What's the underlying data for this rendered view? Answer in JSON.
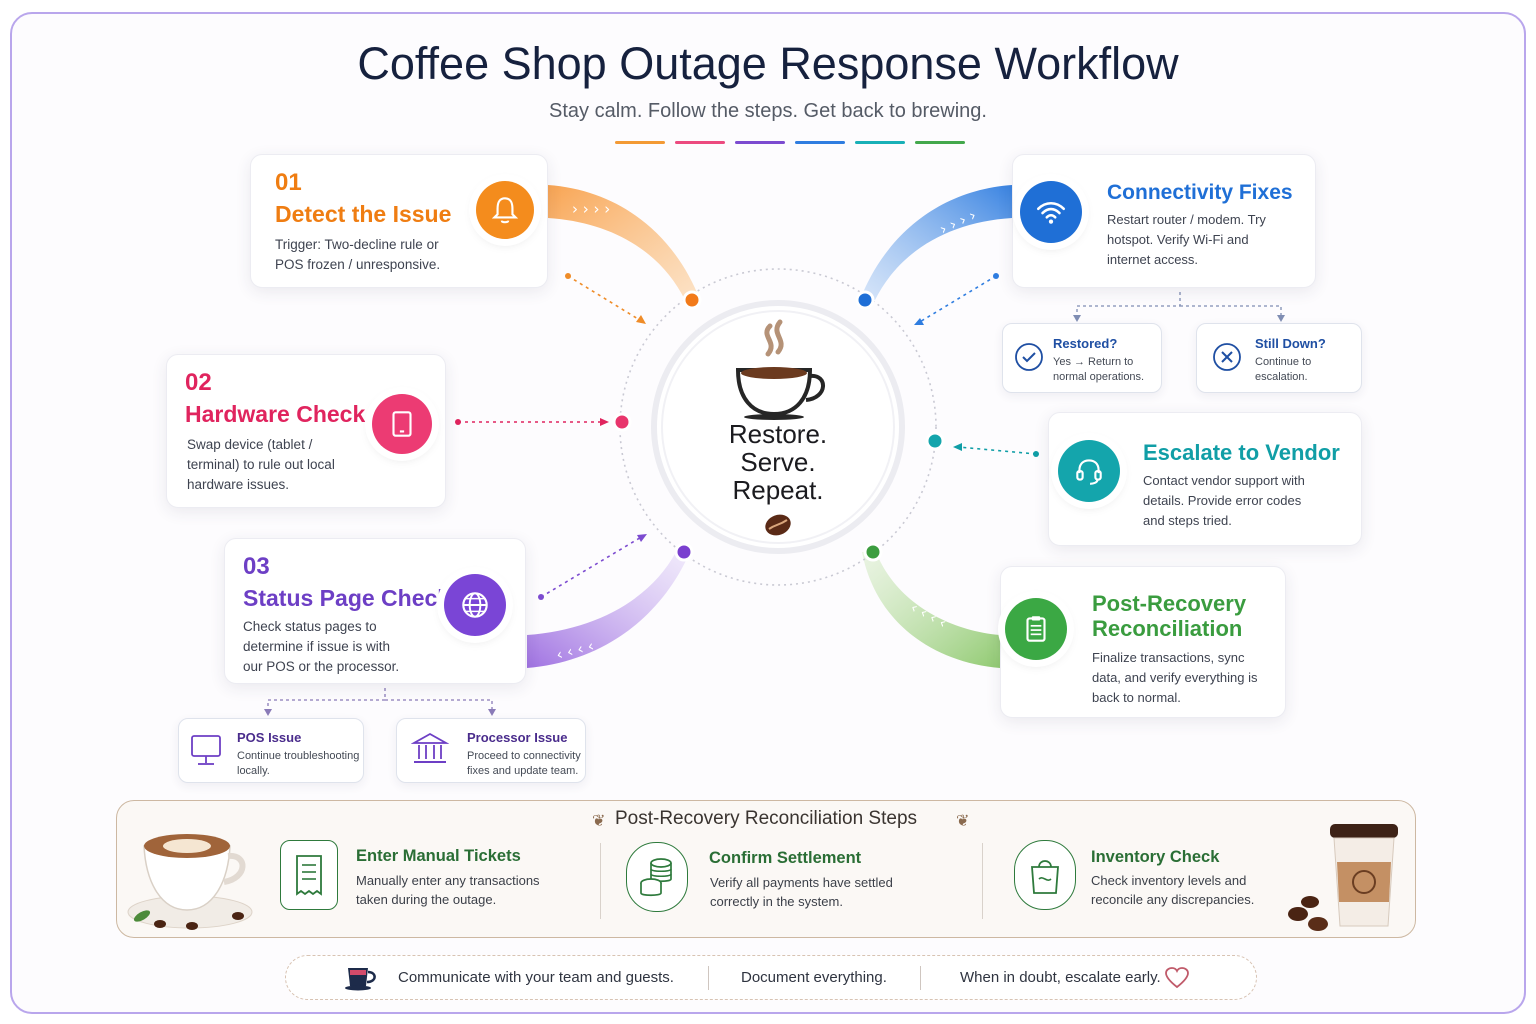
{
  "header": {
    "title": "Coffee Shop Outage Response Workflow",
    "subtitle": "Stay calm. Follow the steps. Get back to brewing.",
    "divider_colors": [
      "#f39a35",
      "#ec4a7f",
      "#7c4bd0",
      "#2f7de0",
      "#19b0b7",
      "#43a84c"
    ]
  },
  "center": {
    "line1": "Restore.",
    "line2": "Serve.",
    "line3": "Repeat."
  },
  "steps": {
    "detect": {
      "number": "01",
      "title": "Detect the Issue",
      "desc": "Trigger: Two-decline rule or POS frozen / unresponsive.",
      "color": "#ef7d12",
      "icon": "bell-icon"
    },
    "hardware": {
      "number": "02",
      "title": "Hardware Check",
      "desc": "Swap device (tablet / terminal) to rule out local hardware issues.",
      "color": "#e0245e",
      "icon": "tablet-icon"
    },
    "status": {
      "number": "03",
      "title": "Status Page Check",
      "desc": "Check status pages to determine if issue is with our POS or the processor.",
      "color": "#6d3fc5",
      "icon": "globe-icon"
    },
    "connectivity": {
      "title": "Connectivity Fixes",
      "desc": "Restart router / modem. Try hotspot. Verify Wi-Fi and internet access.",
      "color": "#1f6fd6",
      "icon": "wifi-icon"
    },
    "vendor": {
      "title": "Escalate to Vendor",
      "desc": "Contact vendor support with details. Provide error codes and steps tried.",
      "color": "#109ea6",
      "icon": "headset-icon"
    },
    "reconcile": {
      "title1": "Post-Recovery",
      "title2": "Reconciliation",
      "desc": "Finalize transactions, sync data, and verify everything is back to normal.",
      "color": "#3a9c3f",
      "icon": "clipboard-icon"
    }
  },
  "branches": {
    "restored": {
      "title": "Restored?",
      "desc": "Yes → Return to normal operations."
    },
    "still_down": {
      "title": "Still Down?",
      "desc": "Continue to escalation."
    },
    "pos_issue": {
      "title": "POS Issue",
      "desc": "Continue troubleshooting locally."
    },
    "processor_issue": {
      "title": "Processor Issue",
      "desc": "Proceed to connectivity fixes and update team."
    }
  },
  "reconciliation": {
    "title": "Post-Recovery Reconciliation Steps",
    "items": [
      {
        "title": "Enter Manual Tickets",
        "desc": "Manually enter any transactions taken during the outage.",
        "icon": "receipt-icon"
      },
      {
        "title": "Confirm Settlement",
        "desc": "Verify all payments have settled correctly in the system.",
        "icon": "coins-icon"
      },
      {
        "title": "Inventory Check",
        "desc": "Check inventory levels and reconcile any discrepancies.",
        "icon": "shopping-bag-icon"
      }
    ]
  },
  "footer": {
    "item1": "Communicate with your team and guests.",
    "item2": "Document everything.",
    "item3": "When in doubt, escalate early."
  }
}
